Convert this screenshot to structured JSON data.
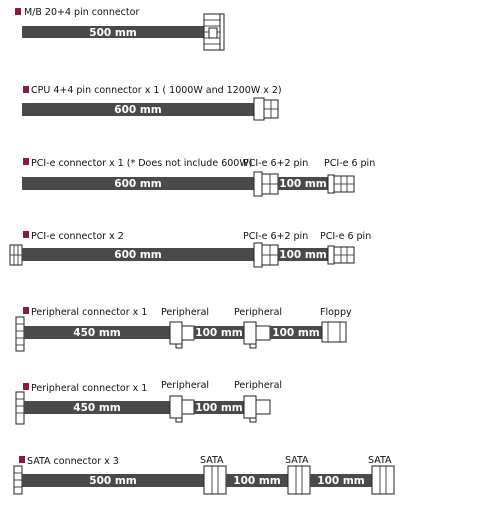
{
  "rows": [
    {
      "title": "M/B 20+4 pin connector",
      "segments": [
        {
          "length": "500 mm"
        }
      ],
      "end_label": ""
    },
    {
      "title": "CPU 4+4 pin connector x 1 ( 1000W and 1200W x 2)",
      "segments": [
        {
          "length": "600 mm"
        }
      ],
      "end_label": ""
    },
    {
      "title": "PCI-e connector x 1 (* Does not include 600W)",
      "segments": [
        {
          "length": "600 mm"
        },
        {
          "length": "100 mm"
        }
      ],
      "connector_labels": [
        "PCI-e 6+2 pin",
        "PCI-e 6 pin"
      ]
    },
    {
      "title": "PCI-e connector x 2",
      "segments": [
        {
          "length": "600 mm"
        },
        {
          "length": "100 mm"
        }
      ],
      "connector_labels": [
        "PCI-e 6+2 pin",
        "PCI-e 6 pin"
      ]
    },
    {
      "title": "Peripheral connector x 1",
      "segments": [
        {
          "length": "450 mm"
        },
        {
          "length": "100 mm"
        },
        {
          "length": "100 mm"
        }
      ],
      "connector_labels": [
        "Peripheral",
        "Peripheral",
        "Floppy"
      ]
    },
    {
      "title": "Peripheral connector x 1",
      "segments": [
        {
          "length": "450 mm"
        },
        {
          "length": "100 mm"
        }
      ],
      "connector_labels": [
        "Peripheral",
        "Peripheral"
      ]
    },
    {
      "title": "SATA connector x 3",
      "segments": [
        {
          "length": "500 mm"
        },
        {
          "length": "100 mm"
        },
        {
          "length": "100 mm"
        }
      ],
      "connector_labels": [
        "SATA",
        "SATA",
        "SATA"
      ]
    }
  ],
  "colors": {
    "bullet": "#8a1a4a",
    "cable": "#4a4a4a"
  }
}
